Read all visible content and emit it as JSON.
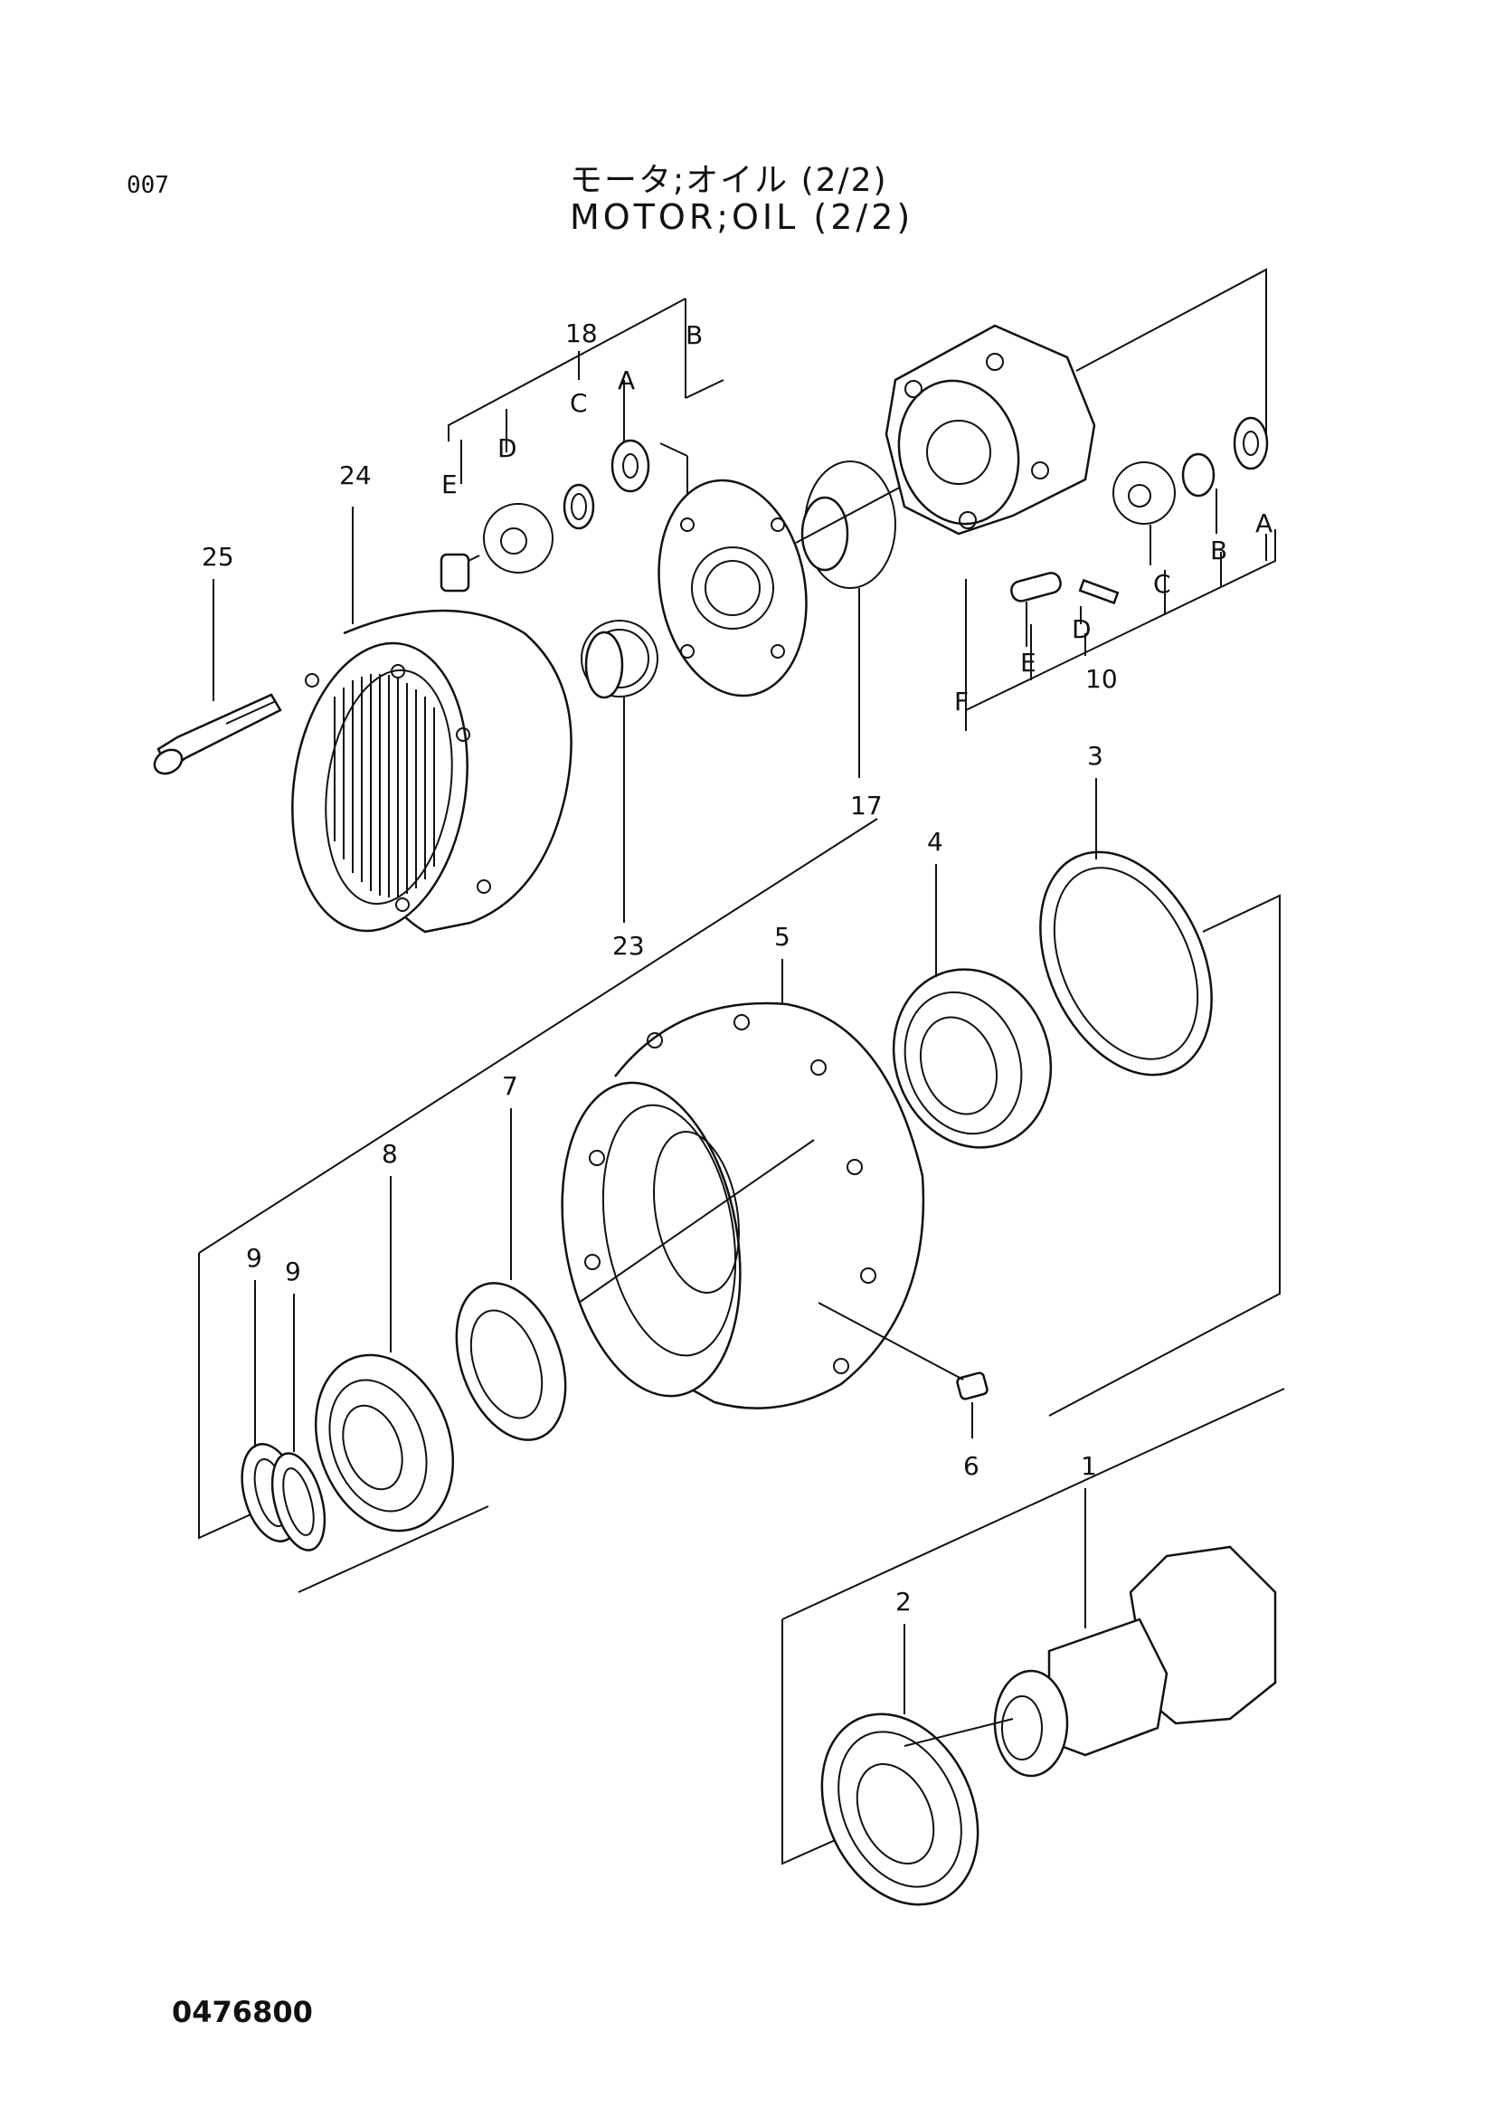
{
  "page": {
    "page_number": "007",
    "title_jp": "モータ;オイル (2/2)",
    "title_en": "MOTOR;OIL (2/2)",
    "drawing_number": "0476800"
  },
  "callouts": {
    "p1": "1",
    "p2": "2",
    "p3": "3",
    "p4": "4",
    "p5": "5",
    "p6": "6",
    "p7": "7",
    "p8": "8",
    "p9a": "9",
    "p9b": "9",
    "p10": "10",
    "p17": "17",
    "p18": "18",
    "p23": "23",
    "p24": "24",
    "p25": "25"
  },
  "sub_labels": {
    "left_A": "A",
    "left_B": "B",
    "left_C": "C",
    "left_D": "D",
    "left_E": "E",
    "right_A": "A",
    "right_B": "B",
    "right_C": "C",
    "right_D": "D",
    "right_E": "E",
    "right_F": "F"
  }
}
